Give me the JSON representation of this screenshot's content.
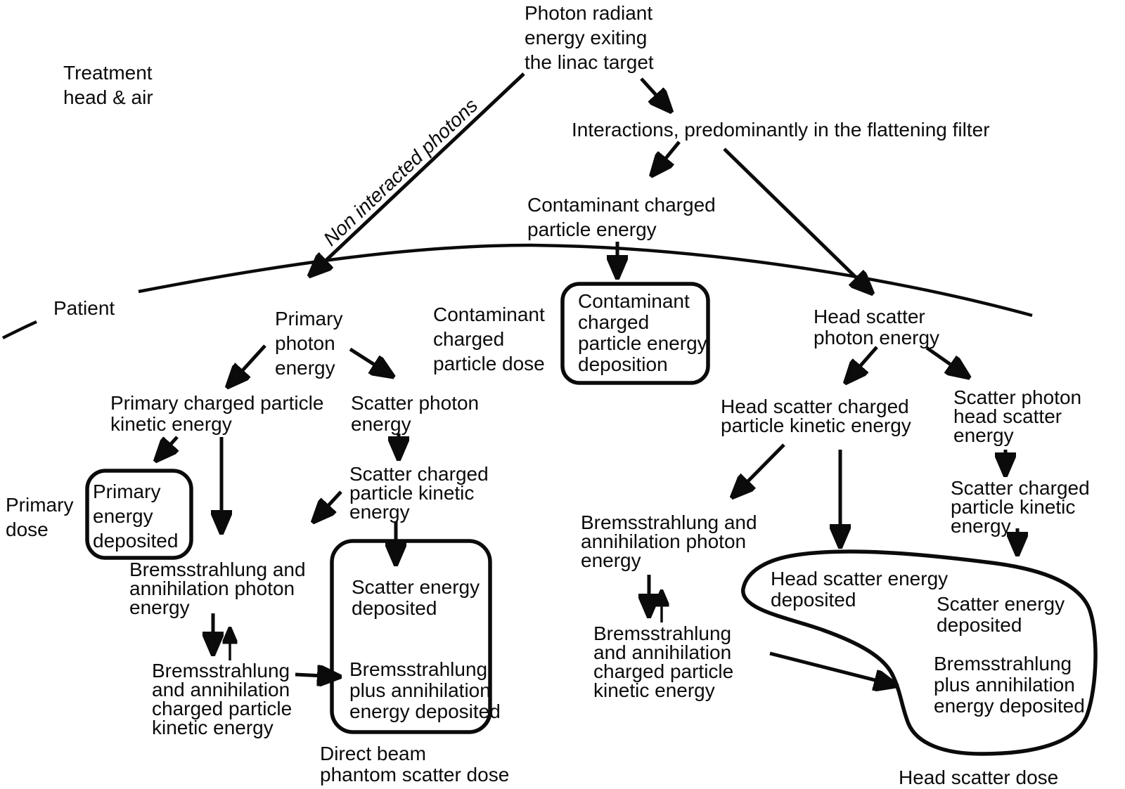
{
  "background": "#ffffff",
  "ink": "#0b0b0b",
  "labels": {
    "treatment_head_air": "Treatment\nhead & air",
    "photon_radiant": "Photon radiant\nenergy exiting\nthe linac target",
    "interactions": "Interactions, predominantly in the flattening filter",
    "non_interacted_photons": "Non interacted photons",
    "patient": "Patient",
    "contaminant_energy": "Contaminant charged\nparticle energy",
    "contaminant_dose": "Contaminant\ncharged\nparticle dose",
    "contaminant_box": "Contaminant\ncharged\nparticle energy\ndeposition",
    "primary_photon_energy": "Primary\nphoton\nenergy",
    "primary_charged": "Primary charged particle\nkinetic energy",
    "scatter_photon_energy": "Scatter photon\nenergy",
    "primary_dose": "Primary\ndose",
    "primary_box": "Primary\nenergy\ndeposited",
    "scatter_charged_left": "Scatter charged\nparticle kinetic\nenergy",
    "brems_photon_left": "Bremsstrahlung and\nannihilation photon\nenergy",
    "brems_charged_left": "Bremsstrahlung\nand annihilation\ncharged particle\nkinetic energy",
    "scatter_energy_deposited_left": "Scatter energy\ndeposited",
    "brems_deposited_left": "Bremsstrahlung\nplus annihilation\nenergy deposited",
    "direct_beam_dose": "Direct beam\nphantom scatter dose",
    "head_scatter_photon": "Head scatter\nphoton energy",
    "head_scatter_charged": "Head scatter charged\nparticle kinetic energy",
    "scatter_photon_head_scatter": "Scatter photon\nhead scatter\nenergy",
    "brems_photon_right": "Bremsstrahlung and\nannihilation photon\nenergy",
    "brems_charged_right": "Bremsstrahlung\nand annihilation\ncharged particle\nkinetic energy",
    "scatter_charged_right": "Scatter charged\nparticle kinetic\nenergy",
    "head_scatter_energy_deposited": "Head scatter energy\ndeposited",
    "scatter_energy_deposited_right": "Scatter energy\ndeposited",
    "brems_deposited_right": "Bremsstrahlung\nplus annihilation\nenergy deposited",
    "head_scatter_dose": "Head scatter dose"
  }
}
